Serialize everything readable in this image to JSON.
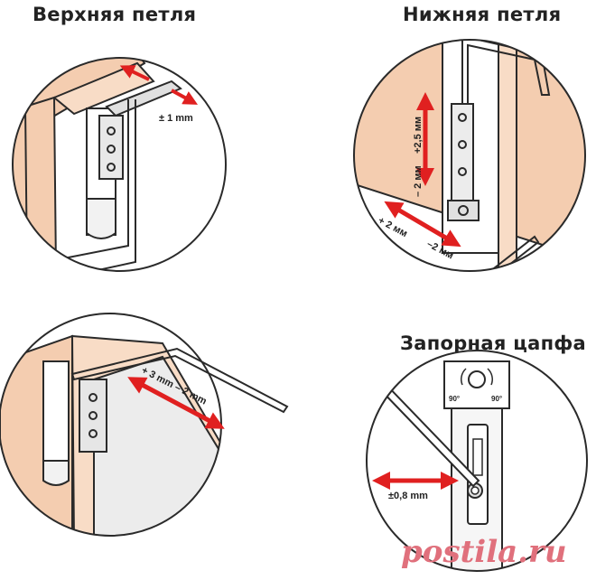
{
  "titles": {
    "top_hinge": "Верхняя петля",
    "bottom_hinge": "Нижняя петля",
    "locking_pin": "Запорная цапфа"
  },
  "labels": {
    "top_hinge_adjust": "± 1 mm",
    "bottom_vertical_plus": "+2,5 мм",
    "bottom_vertical_minus": "– 2 мм",
    "bottom_horizontal_plus": "+ 2 мм",
    "bottom_horizontal_minus": "–2 мм",
    "side_hinge_adjust": "+ 3 mm  – 2 mm",
    "pin_rotate_left": "90°",
    "pin_rotate_right": "90°",
    "pin_adjust": "±0,8 mm"
  },
  "watermark": "postila.ru",
  "colors": {
    "frame_wood": "#f4cdb0",
    "arrow_red": "#e02020",
    "line": "#2a2a2a",
    "watermark": "#e0707c"
  }
}
